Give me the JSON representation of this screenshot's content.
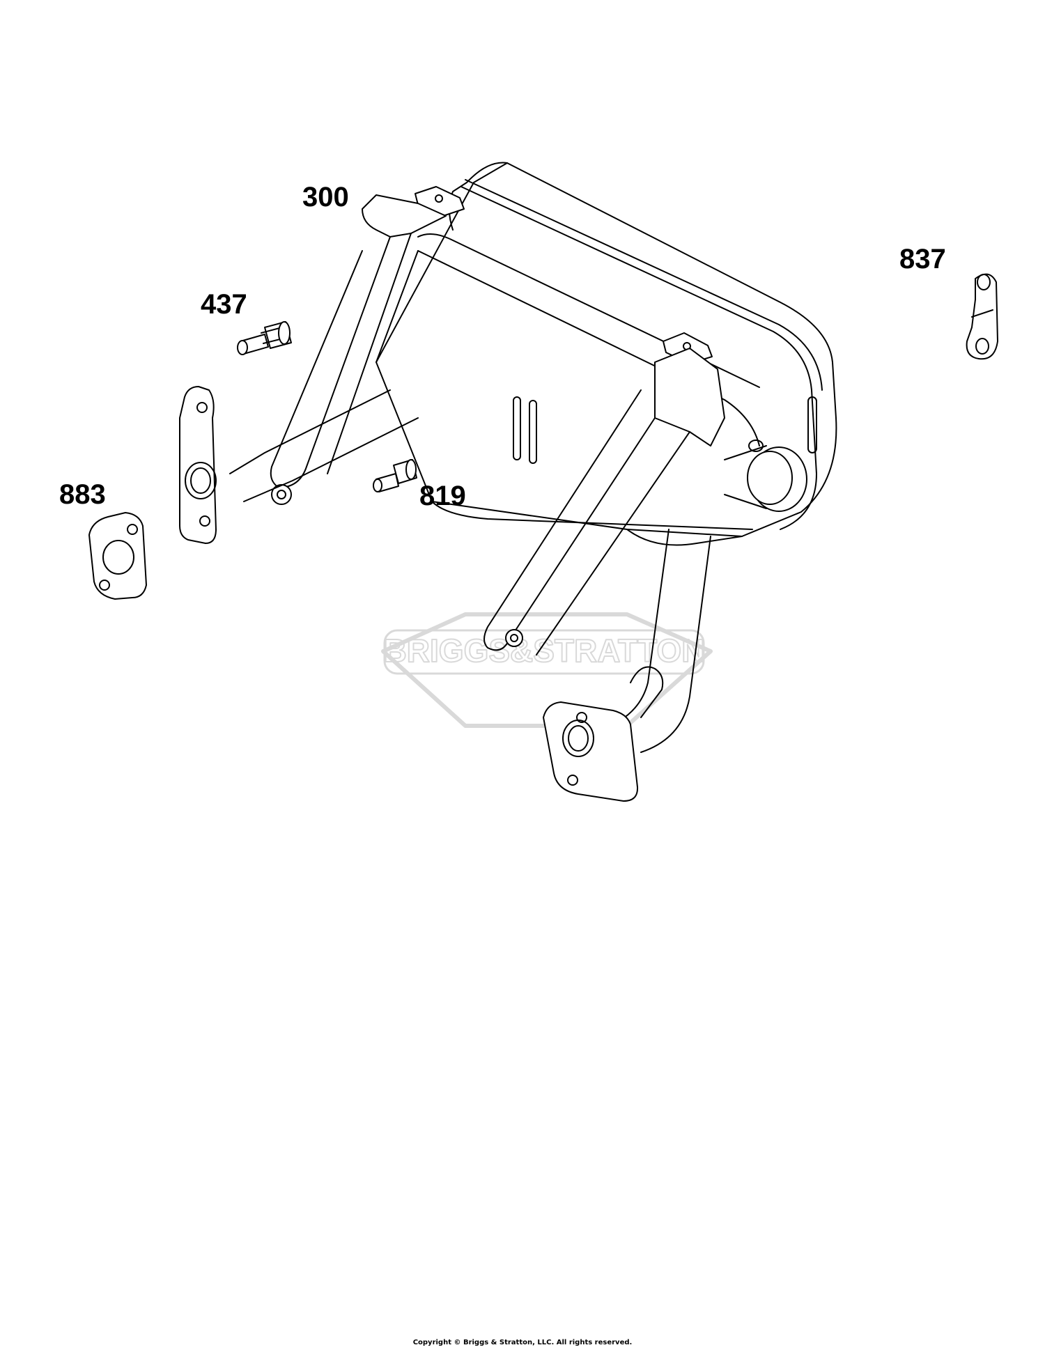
{
  "labels": {
    "part_300": "300",
    "part_437": "437",
    "part_837": "837",
    "part_883": "883",
    "part_819": "819"
  },
  "watermark": "BRIGGS&STRATTON",
  "footer": {
    "copyright": "Copyright © Briggs & Stratton, LLC. All rights reserved."
  },
  "colors": {
    "line": "#000000",
    "background": "#ffffff",
    "watermark": "#d9d9d9"
  }
}
